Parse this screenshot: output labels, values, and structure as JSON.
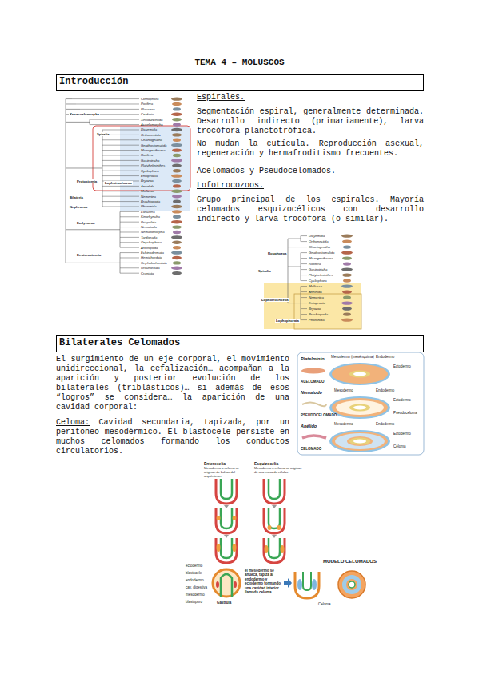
{
  "diagram": {
    "title": "TEMA 4 – MOLUSCOS",
    "nodes": [
      {
        "text": [
          "Introducción"
        ]
      },
      {
        "text": [
          "Bilaterales Celomados"
        ]
      }
    ],
    "labels": [
      "Espirales.",
      "Segmentación espiral, generalmente determinada. Desarrollo indirecto (primariamente), larva trocófora planctotrófica.",
      "No mudan la cutícula. Reproducción asexual, regeneración y hermafroditismo frecuentes.",
      "Acelomados y Pseudocelomados.",
      "Lofotrocozoos.",
      "Grupo principal de los espirales. Mayoría celomados esquizocélicos con desarrollo indirecto y larva trocófora (o similar).",
      "El surgimiento de un eje corporal, el movimiento unidireccional, la cefalización… acompañan a la aparición y posterior evolución de los bilaterales (triblásticos)… si además de esos “logros” se considera… la aparición de una cavidad corporal:",
      "Celoma:",
      "Cavidad secundaria, tapizada, por un peritoneo mesodérmico. El blastocele persiste en muchos celomados formando los conductos circulatorios.",
      "Platelminto",
      "Mesodermo (mesénquima)",
      "Endodermo",
      "Ectodermo",
      "ACELOMADO",
      "Nematodo",
      "Mesodermo",
      "Endodermo",
      "Ectodermo",
      "Pseudoceloma",
      "PSEUDOCELOMADO",
      "Anélido",
      "Mesodermo",
      "Endodermo",
      "Ectodermo",
      "Celoma",
      "CELOMADO",
      "Enterocelia",
      "Mesodermo o celoma se originan de bolsas del arquénteron",
      "Esquizocelia",
      "Mesodermo o celoma se originan de una masa de células",
      "ectodermo",
      "blastocele",
      "endodermo",
      "cav. digestiva",
      "mesodermo",
      "blastoporo",
      "Gástrula",
      "el mesodermo se ahueca, tapiza al endodermo y ectodermo formando una cavidad interior llamada celoma",
      "MODELO CELOMADOS",
      "Celoma",
      "Ctenophora",
      "Porifera",
      "Placozoa",
      "Cnidaria",
      "Xenoturbellida",
      "Acoelomorpha",
      "Dicyemida",
      "Orthonectida",
      "Chaetognatha",
      "Gnathostomulida",
      "Micrognathozoa",
      "Rotifera",
      "Gastrotricha",
      "Platyhelminthes",
      "Cycliophora",
      "Entoprocta",
      "Bryozoa",
      "Annelida",
      "Mollusca",
      "Nemertea",
      "Brachiopoda",
      "Phoronida",
      "Loricifera",
      "Kinorhyncha",
      "Priapulida",
      "Nematoda",
      "Nematomorpha",
      "Tardigrada",
      "Onychophora",
      "Arthropoda",
      "Echinodermata",
      "Hemichordata",
      "Cephalochordata",
      "Urochordata",
      "Craniata",
      "Xenacoelomorpha",
      "Bilateria",
      "Nephrozoa",
      "Protostomia",
      "Spiralia",
      "Lophotrochozoa",
      "Ecdysozoa",
      "Deuterostomia",
      "Dicyemida",
      "Orthonectida",
      "Chaetognatha",
      "Gnathostomulida",
      "Micrognathozoa",
      "Rotifera",
      "Gastrotricha",
      "Platyhelminthes",
      "Cycliophora",
      "Mollusca",
      "Annelida",
      "Nemertea",
      "Entoprocta",
      "Bryozoa",
      "Brachiopoda",
      "Phoronida",
      "Spiralia",
      "Rouphozoa",
      "Lophotrochozoa",
      "Lophophorata"
    ]
  }
}
